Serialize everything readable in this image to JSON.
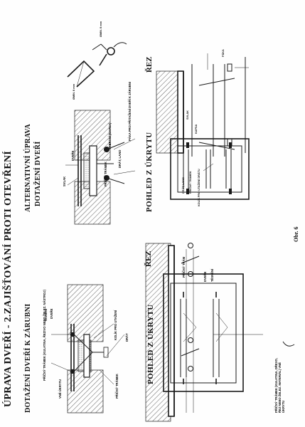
{
  "title": "ÚPRAVA DVEŘÍ - 2.ZAJIŠŤOVÁNÍ PROTI OTEVŘENÍ",
  "figure_number": "Obr. 6",
  "left": {
    "section_title": "DOTAŽENÍ DVEŘÍ K ZÁRUBNI",
    "labels": {
      "tesneni": "TĚSNĚNÍ",
      "dvere": "DVEŘE",
      "kolik": "KOLÍK PRO UTAŽENÍ",
      "drat": "DRÁT",
      "pricny_tramek_1": "PŘÍČNÝ TRÁMEK",
      "pricny_tramek_2": "PŘÍČNÝ TRÁMEK",
      "pricny_tramek_desc": "PŘÍČNÝ TRÁMEK (KULATINA, ŘEZIVO NEBO ŽELEZ. NÁSTROJ)",
      "vne_ukrytu": "VNĚ ÚKRYTU"
    },
    "rez_label": "ŘEZ",
    "rez_labels": {
      "pricny_tram": "PŘÍČNÝ TRÁM",
      "dvere": "DVEŘE",
      "tesneni": "TĚSNĚNÍ"
    },
    "view_title": "POHLED Z ÚKRYTU",
    "view_labels": {
      "pricny_tramek_desc": "PŘÍČNÝ TRÁMEK (KULATINA, DŘEVO, ŘEZ NEBO ŽELEZ. MATERIÁL) VNĚ ÚKRYTU"
    }
  },
  "right": {
    "section_title_line1": "ALTERNATIVNÍ ÚPRAVA",
    "section_title_line2": "DOTAŽENÍ DVEŘÍ",
    "labels": {
      "paka": "PÁKA PRO PŘITAŽENÍ DVEŘÍ K ZÁRUBNI",
      "vyhlaz": "VYBRÁNÍ (KAPSA)",
      "dvere": "DVEŘE",
      "sylak": "SVLAK",
      "drat_lano": "DRÁT, LANO",
      "pricny_tramek": "PŘÍČNÝ TRÁMEK",
      "kolik": "KOLÍK PRO UTAŽENÍ DRÁTU"
    },
    "rez_label": "ŘEZ",
    "rez_labels": {
      "paka": "PÁKA",
      "sylak": "SVLAK",
      "kapsa": "KAPSA"
    },
    "view_title": "POHLED Z ÚKRYTU",
    "view_labels": {
      "dratlano": "DRÁT, LANO",
      "pricny": "PŘÍČNÝ TRÁMEK",
      "kolik": "KOLÍK PRO UTAŽENÍ DRÁTU"
    },
    "detail_labels": {
      "min_a": "ØMIN. 8 mm",
      "min_b": "ØMIN. 8 mm"
    }
  }
}
